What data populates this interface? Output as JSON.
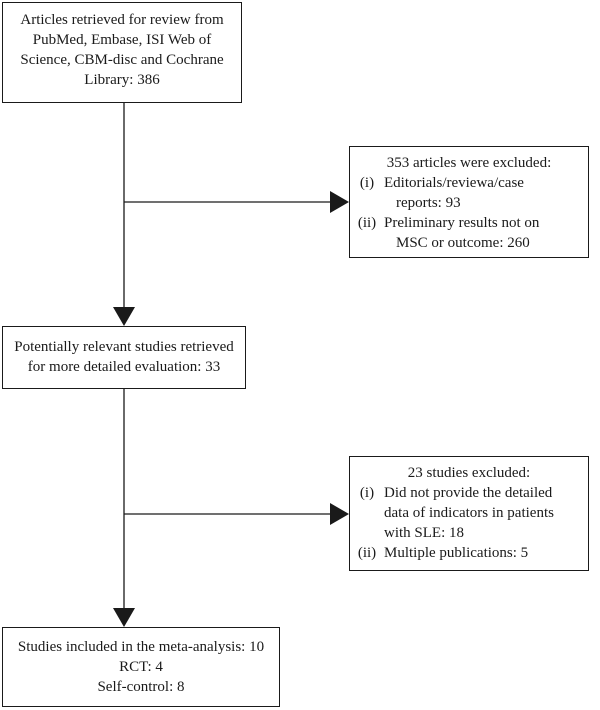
{
  "box_retrieved": {
    "lines": [
      "Articles retrieved for review from",
      "PubMed, Embase, ISI Web of",
      "Science, CBM-disc and Cochrane",
      "Library: 386"
    ]
  },
  "box_excluded_1": {
    "title": "353 articles were excluded:",
    "items": [
      {
        "num": "(i)",
        "lines": [
          "Editorials/reviewa/case",
          "reports: 93"
        ]
      },
      {
        "num": "(ii)",
        "lines": [
          "Preliminary results not on",
          "MSC or outcome: 260"
        ]
      }
    ]
  },
  "box_relevant": {
    "lines": [
      "Potentially relevant studies retrieved",
      "for more detailed evaluation: 33"
    ]
  },
  "box_excluded_2": {
    "title": "23 studies excluded:",
    "items": [
      {
        "num": "(i)",
        "lines": [
          "Did not provide the detailed",
          "data of indicators in patients",
          "with SLE: 18"
        ]
      },
      {
        "num": "(ii)",
        "lines": [
          "Multiple publications: 5"
        ]
      }
    ]
  },
  "box_included": {
    "lines": [
      "Studies included in the meta-analysis: 10",
      "RCT: 4",
      "Self-control: 8"
    ]
  }
}
